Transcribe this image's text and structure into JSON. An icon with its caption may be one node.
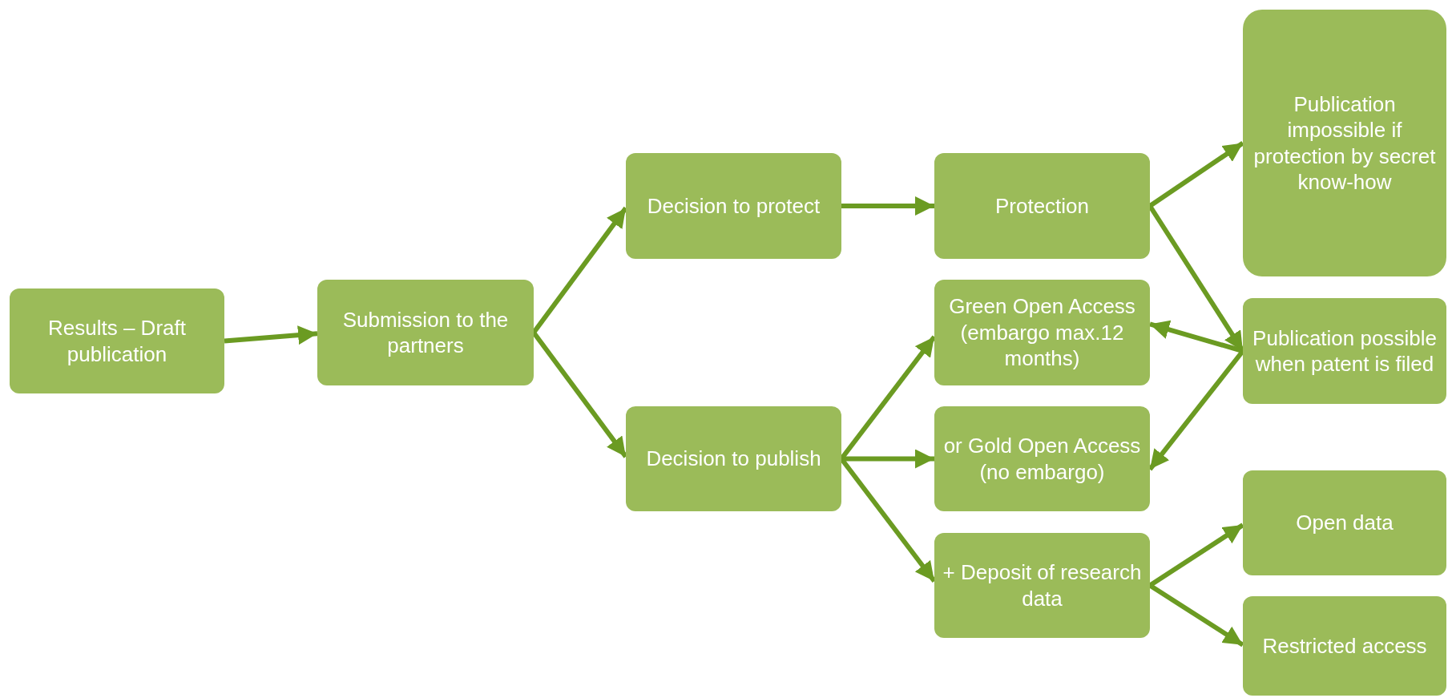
{
  "diagram": {
    "nodes": [
      {
        "text": [
          "Results – Draft publication"
        ]
      },
      {
        "text": [
          "Submission to the partners"
        ]
      },
      {
        "text": [
          "Decision to protect"
        ]
      },
      {
        "text": [
          "Decision to publish"
        ]
      },
      {
        "text": [
          "Protection"
        ]
      },
      {
        "text": [
          "Green Open Access (embargo max.12 months)"
        ]
      },
      {
        "text": [
          "or Gold Open Access (no embargo)"
        ]
      },
      {
        "text": [
          "+ Deposit of research data"
        ]
      },
      {
        "text": [
          "Publication impossible if protection by secret know-how"
        ]
      },
      {
        "text": [
          "Publication possible  when patent is filed"
        ]
      },
      {
        "text": [
          "Open data"
        ]
      },
      {
        "text": [
          "Restricted access"
        ]
      }
    ],
    "edges": [
      {
        "from": 0,
        "to": 1,
        "arrow": "to"
      },
      {
        "from": 1,
        "to": 2,
        "arrow": "to"
      },
      {
        "from": 1,
        "to": 3,
        "arrow": "to"
      },
      {
        "from": 2,
        "to": 4,
        "arrow": "to"
      },
      {
        "from": 3,
        "to": 5,
        "arrow": "to"
      },
      {
        "from": 3,
        "to": 6,
        "arrow": "to"
      },
      {
        "from": 3,
        "to": 7,
        "arrow": "to"
      },
      {
        "from": 4,
        "to": 8,
        "arrow": "to"
      },
      {
        "from": 4,
        "to": 9,
        "arrow": "to"
      },
      {
        "from": 9,
        "to": 5,
        "arrow": "to"
      },
      {
        "from": 9,
        "to": 6,
        "arrow": "to"
      },
      {
        "from": 7,
        "to": 10,
        "arrow": "to"
      },
      {
        "from": 7,
        "to": 11,
        "arrow": "to"
      }
    ]
  }
}
